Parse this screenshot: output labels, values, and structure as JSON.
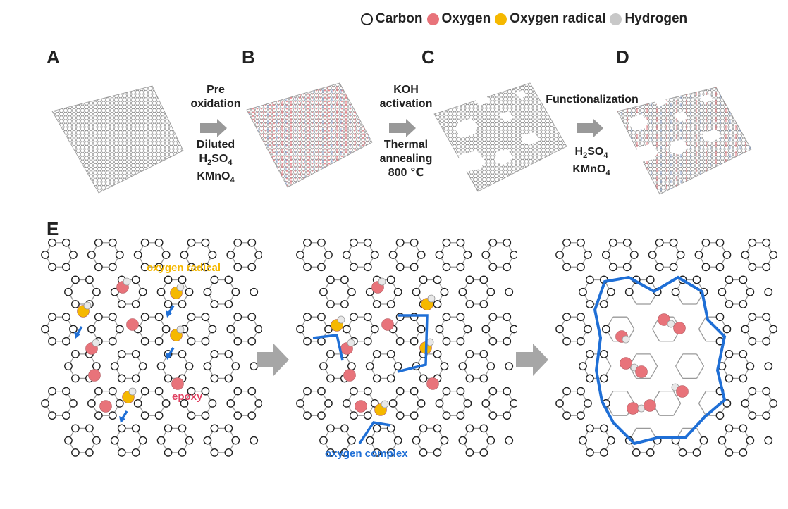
{
  "legend": {
    "carbon": "Carbon",
    "oxygen": "Oxygen",
    "radical": "Oxygen radical",
    "hydrogen": "Hydrogen"
  },
  "panels": {
    "a": "A",
    "b": "B",
    "c": "C",
    "d": "D",
    "e": "E"
  },
  "steps": {
    "s1_top1": "Pre",
    "s1_top2": "oxidation",
    "s1_bot1": "Diluted",
    "s1_bot2_main": "H",
    "s1_bot2_sub1": "2",
    "s1_bot2_mid": "SO",
    "s1_bot2_sub2": "4",
    "s1_bot3_main": "KMnO",
    "s1_bot3_sub": "4",
    "s2_top1": "KOH",
    "s2_top2": "activation",
    "s2_bot1": "Thermal",
    "s2_bot2": "annealing",
    "s2_bot3": "800 ℃",
    "s3_top": "Functionalization",
    "s3_bot1_main": "H",
    "s3_bot1_sub1": "2",
    "s3_bot1_mid": "SO",
    "s3_bot1_sub2": "4",
    "s3_bot2_main": "KMnO",
    "s3_bot2_sub": "4"
  },
  "annotations": {
    "radical": "oxygen radical",
    "epoxy": "epoxy",
    "complex": "oxygen complex"
  },
  "colors": {
    "oxygen": "#e8737a",
    "radical": "#f5b800",
    "hydrogen": "#d9d9d9",
    "bond_blue": "#1f6fd6",
    "arrow_gray": "#a6a6a6",
    "radical_text": "#f5b800",
    "epoxy_text": "#e04060",
    "complex_text": "#1f6fd6"
  }
}
